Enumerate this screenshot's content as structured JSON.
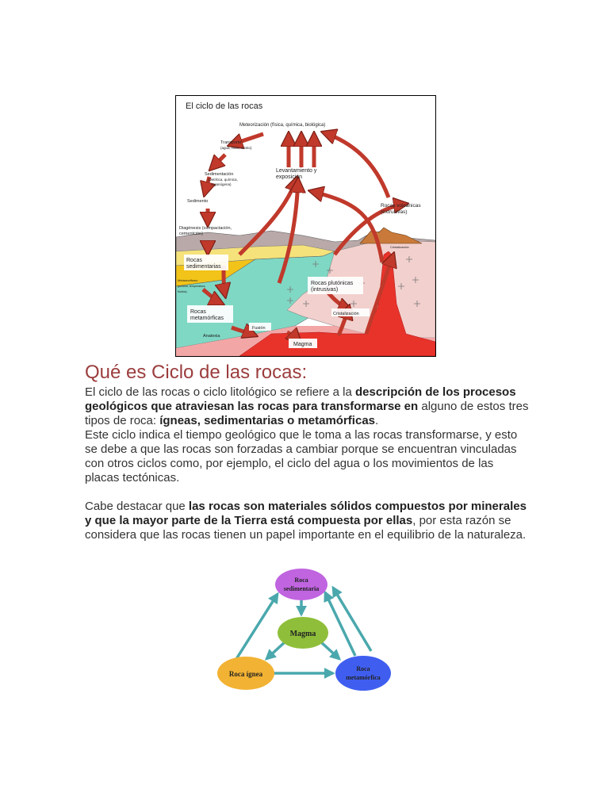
{
  "figure1": {
    "title": "El ciclo de las rocas",
    "labels": {
      "meteorizacion": "Meteorización (física, química, biológica)",
      "transporte": "Transporte",
      "transporte_sub": "(agua, hielo, viento)",
      "sedimentacion": "Sedimentación",
      "sedimentacion_sub1": "(Detrítica, química,",
      "sedimentacion_sub2": "organógena)",
      "sedimento": "Sedimento",
      "diagenesis": "Diagénesis (compactación,",
      "diagenesis_sub": "cementción)",
      "levantamiento1": "Levantamiento y",
      "levantamiento2": "exposición",
      "volcanicas1": "Rocas volcánicas",
      "volcanicas2": "(extrusivas)",
      "cristalizacion_top": "Cristalización",
      "sedimentarias1": "Rocas",
      "sedimentarias2": "sedimentarias",
      "metamorfismo": "Metamorfismo",
      "metamorfismo_sub1": "(presión, temperatura,",
      "metamorfismo_sub2": "fluidos)",
      "plutonicas1": "Rocas plutónicas",
      "plutonicas2": "(intrusivas)",
      "metamorficas1": "Rocas",
      "metamorficas2": "metamórficas",
      "cristalizacion": "Cristalización",
      "fusion": "Fusión",
      "anatexia": "Anatexia",
      "magma": "Magma"
    }
  },
  "heading": "Qué es Ciclo de las rocas:",
  "p1": {
    "t1": "El ciclo de las rocas o ciclo litológico se refiere a la ",
    "b1": "descripción de los procesos geológicos que atraviesan las rocas para transformarse en",
    "t2": " alguno de estos tres tipos de roca: ",
    "b2": "ígneas, sedimentarias o metamórficas",
    "t3": "."
  },
  "p2": "Este ciclo indica el tiempo geológico que le toma a las rocas transformarse, y esto se debe a que las rocas son forzadas a cambiar porque se encuentran vinculadas con otros ciclos como, por ejemplo, el ciclo del agua o los movimientos de las placas tectónicas.",
  "p3": {
    "t1": "Cabe destacar que ",
    "b1": "las rocas son materiales sólidos compuestos por minerales y que la mayor parte de la Tierra está compuesta por ellas",
    "t2": ", por esta razón se considera que las rocas tienen un papel importante en el equilibrio de la naturaleza."
  },
  "figure2": {
    "sedimentaria1": "Roca",
    "sedimentaria2": "sedimentaria",
    "magma": "Magma",
    "ignea": "Roca ígnea",
    "metamorfica1": "Roca",
    "metamorfica2": "metamórfica",
    "colors": {
      "sedimentaria": "#c064e0",
      "magma": "#8fbf3a",
      "ignea": "#f2b233",
      "metamorfica": "#3f5ef0",
      "arrow": "#4aa8ad"
    }
  }
}
